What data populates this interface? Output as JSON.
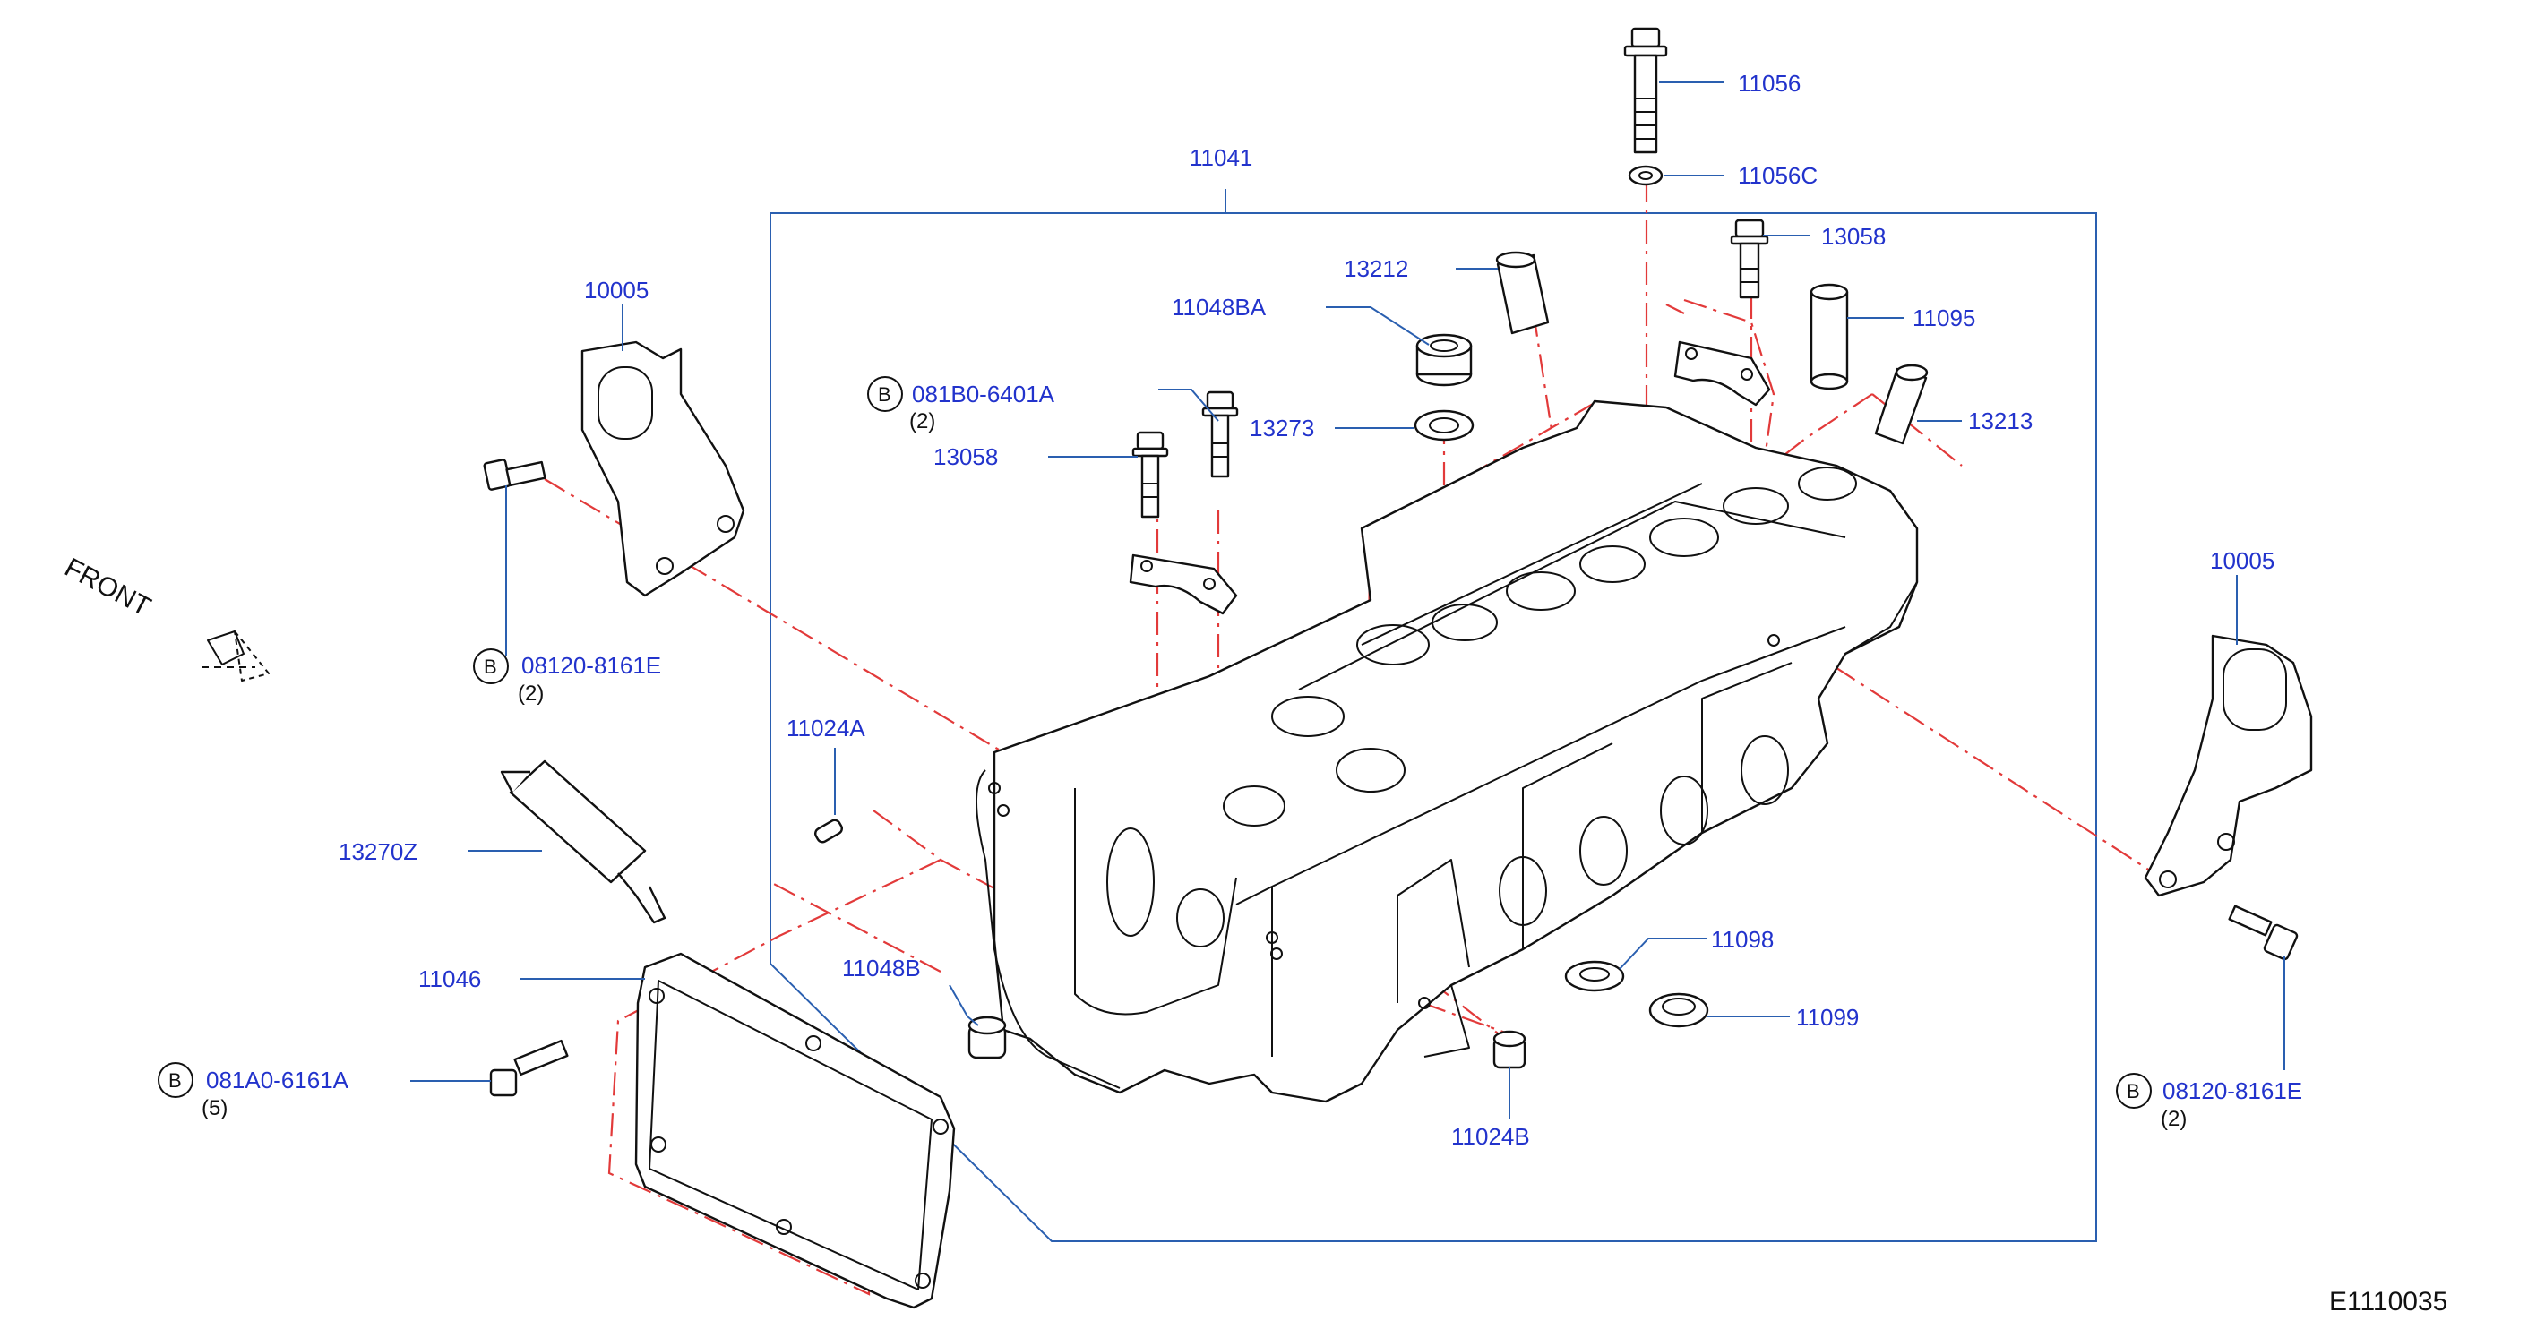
{
  "diagram_code": "E1110035",
  "front_label": "FRONT",
  "assembly": {
    "part_no": "11041"
  },
  "parts": {
    "p11056": "11056",
    "p11056C": "11056C",
    "p13058_top": "13058",
    "p13212": "13212",
    "p11048BA": "11048BA",
    "p11095": "11095",
    "p13273": "13273",
    "p13213": "13213",
    "p13058_left": "13058",
    "p10005_left": "10005",
    "p10005_right": "10005",
    "p11024A": "11024A",
    "p13270Z": "13270Z",
    "p11046": "11046",
    "p11048B": "11048B",
    "p11098": "11098",
    "p11099": "11099",
    "p11024B": "11024B"
  },
  "bolts": {
    "b081B0": {
      "prefix": "B",
      "part_no": "081B0-6401A",
      "qty": "(2)"
    },
    "b08120_left": {
      "prefix": "B",
      "part_no": "08120-8161E",
      "qty": "(2)"
    },
    "b081A0": {
      "prefix": "B",
      "part_no": "081A0-6161A",
      "qty": "(5)"
    },
    "b08120_right": {
      "prefix": "B",
      "part_no": "08120-8161E",
      "qty": "(2)"
    }
  },
  "colors": {
    "label": "#2233cc",
    "leader": "#2a5fb0",
    "dash": "#e23a3a",
    "line": "#111111"
  }
}
